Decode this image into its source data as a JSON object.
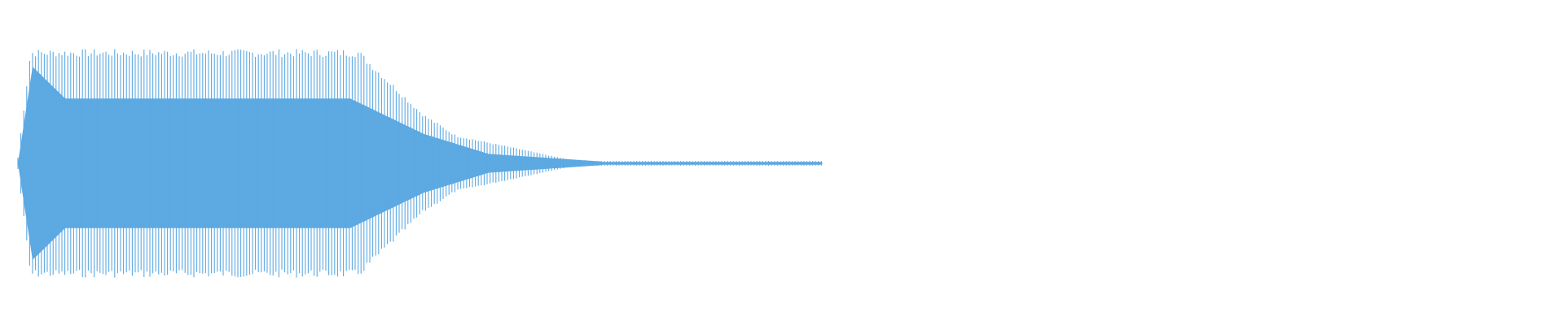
{
  "waveform": {
    "color": "#5DA9E2",
    "background": "#ffffff",
    "envelope": {
      "attack_peak": 1.0,
      "sustain_level": 0.97,
      "inner_body_level": 0.55,
      "tail_level": 0.02
    }
  }
}
